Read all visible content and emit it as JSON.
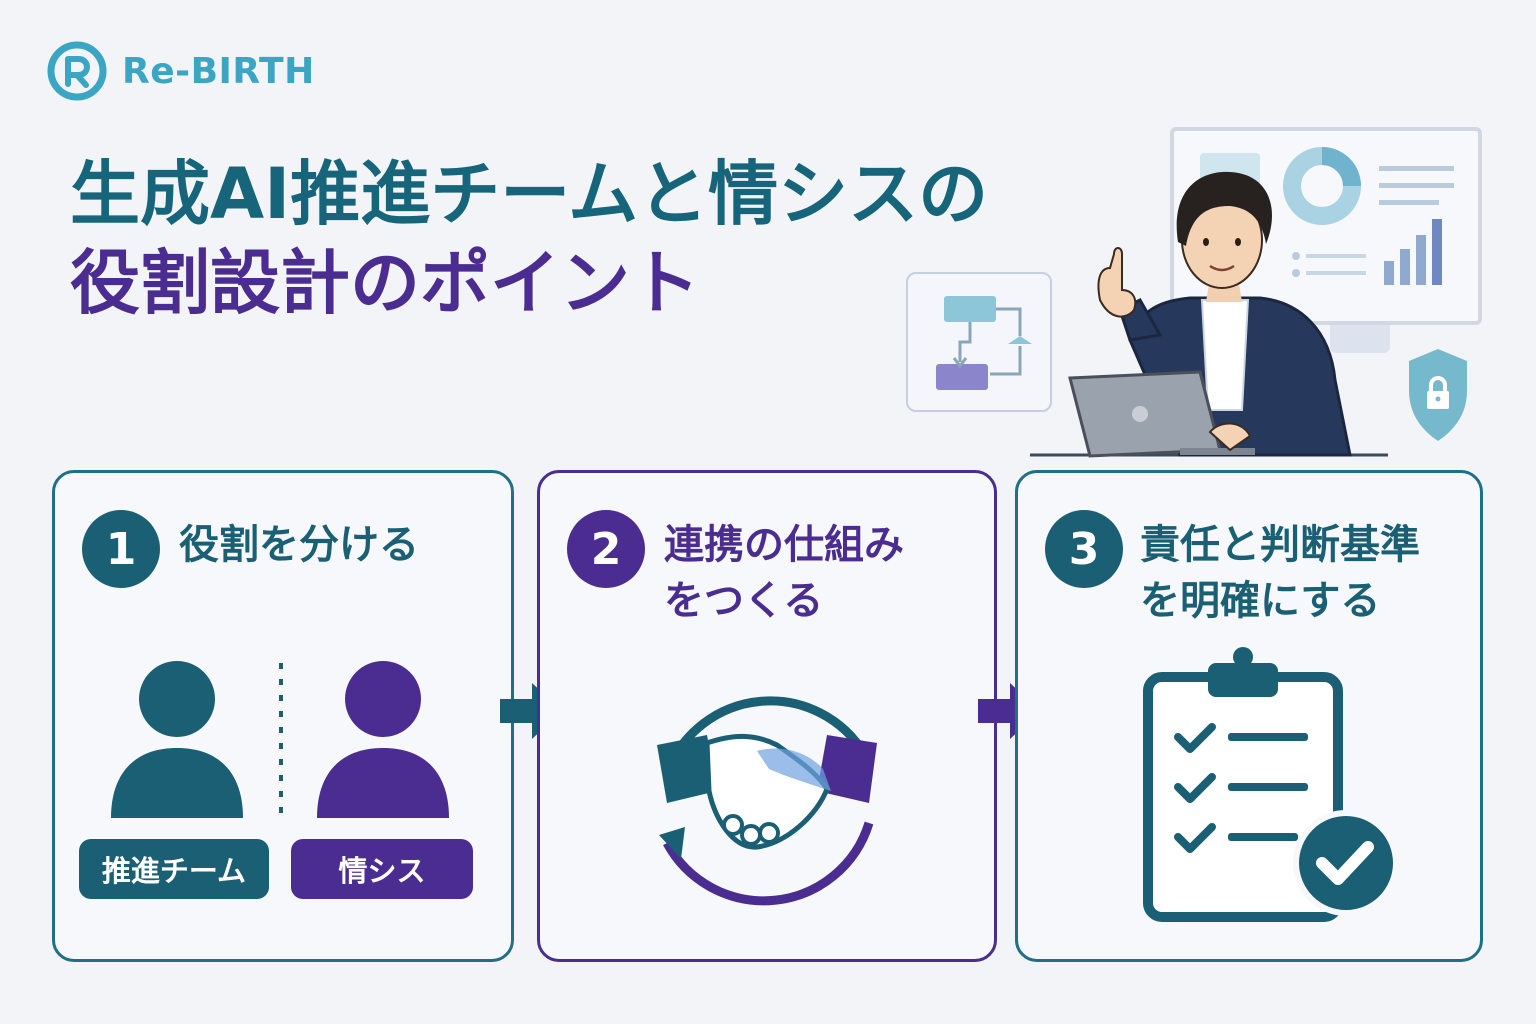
{
  "brand": {
    "name": "Re-BIRTH",
    "icon": "r-logo-icon",
    "color": "#3aa6c4"
  },
  "title": {
    "line1": "生成AI推進チームと情シスの",
    "line2": "役割設計のポイント",
    "line1_color": "#17657a",
    "line2_color": "#4b2d91"
  },
  "illustration": {
    "person": "pointing-man-with-laptop",
    "monitor": "dashboard-monitor",
    "flow": "flowchart-card",
    "security": "shield-lock-icon"
  },
  "steps": [
    {
      "number": "1",
      "title_line1": "役割を分ける",
      "title_line2": "",
      "color": "#1a5f74",
      "tags": [
        "推進チーム",
        "情シス"
      ],
      "icon": "two-people-icon"
    },
    {
      "number": "2",
      "title_line1": "連携の仕組み",
      "title_line2": "をつくる",
      "color": "#4b2d91",
      "icon": "handshake-cycle-icon"
    },
    {
      "number": "3",
      "title_line1": "責任と判断基準",
      "title_line2": "を明確にする",
      "color": "#1a5f74",
      "icon": "clipboard-check-icon"
    }
  ],
  "colors": {
    "teal": "#1a5f74",
    "purple": "#4b2d91",
    "background": "#f2f4f8"
  }
}
